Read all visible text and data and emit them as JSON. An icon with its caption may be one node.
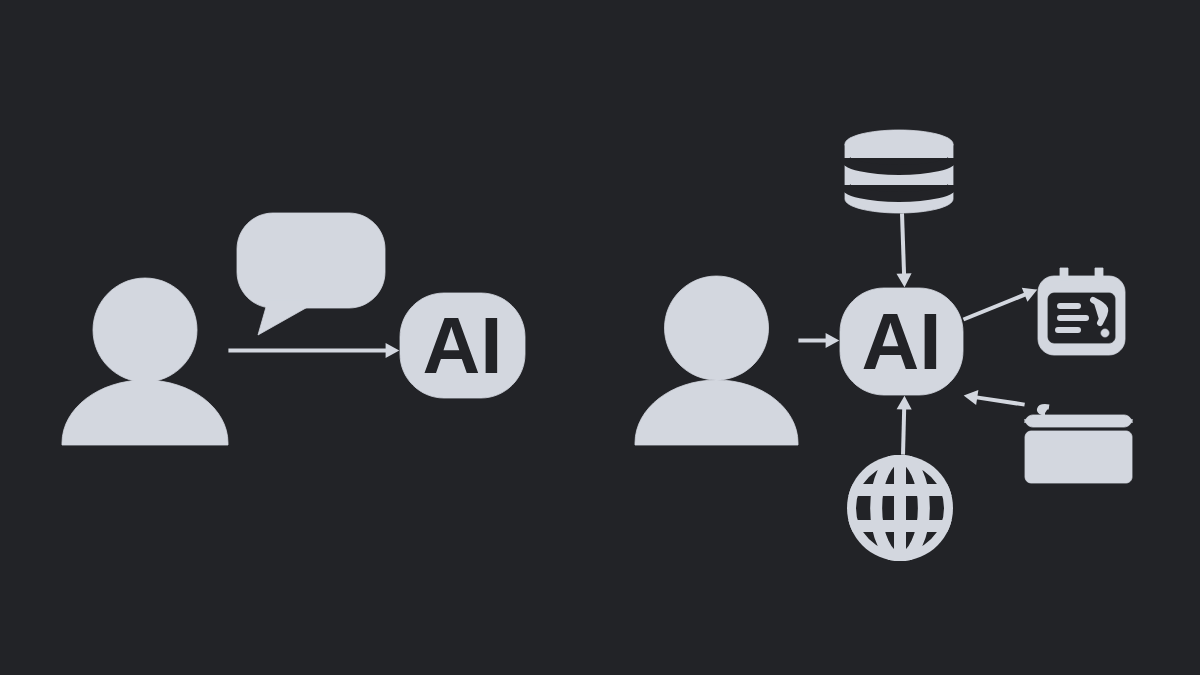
{
  "diagram": {
    "nodes": [
      {
        "text": [],
        "shape": "person"
      },
      {
        "text": [],
        "shape": "bubble"
      },
      {
        "text": [
          "AI"
        ]
      },
      {
        "text": [],
        "shape": "person"
      },
      {
        "text": [],
        "shape": "cylinder"
      },
      {
        "text": [
          "AI"
        ]
      },
      {
        "text": [],
        "shape": "picture"
      },
      {
        "text": [],
        "shape": "picture"
      },
      {
        "text": [],
        "shape": "box"
      }
    ],
    "edges": [
      {
        "from": 0,
        "to": 2,
        "arrow": "to"
      },
      {
        "from": 3,
        "to": 5,
        "arrow": "to"
      },
      {
        "from": 4,
        "to": 5,
        "arrow": "to"
      },
      {
        "from": 7,
        "to": 5,
        "arrow": "to"
      },
      {
        "from": 5,
        "to": 6,
        "arrow": "to"
      },
      {
        "from": 8,
        "to": 5,
        "arrow": "to"
      }
    ]
  }
}
